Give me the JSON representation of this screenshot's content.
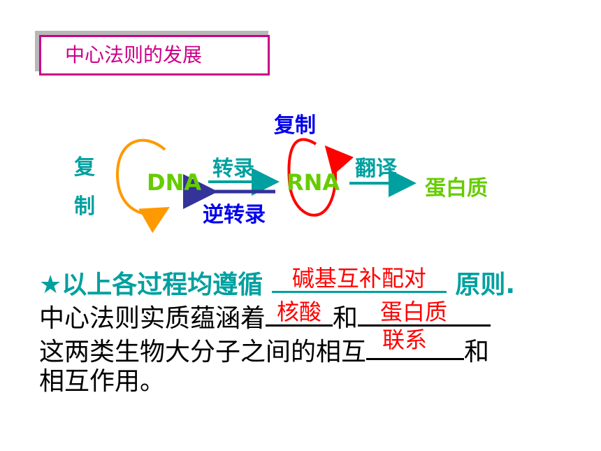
{
  "title": "中心法则的发展",
  "diagram": {
    "dna_replication_top": "复",
    "dna_replication_bottom": "制",
    "dna": "DNA",
    "transcription": "转录",
    "reverse_transcription": "逆转录",
    "rna": "RNA",
    "rna_replication": "复制",
    "translation": "翻译",
    "protein": "蛋白质",
    "colors": {
      "teal": "#00a0a0",
      "green": "#66cc00",
      "blue": "#0000ee",
      "red": "#ff0000",
      "orange": "#ff9900",
      "title_magenta": "#cc0088"
    }
  },
  "text": {
    "star": "★",
    "line1_prefix": "以上各过程均遵循",
    "blank1_answer": "碱基互补配对",
    "line1_suffix": "原则.",
    "line2_prefix": "中心法则实质蕴涵着",
    "blank2_answer": "核酸",
    "line2_mid": "和",
    "blank3_answer": "蛋白质",
    "line3_prefix": "这两类生物大分子之间的相互",
    "blank4_answer": "联系",
    "line3_suffix": "和",
    "line4": "相互作用。"
  }
}
